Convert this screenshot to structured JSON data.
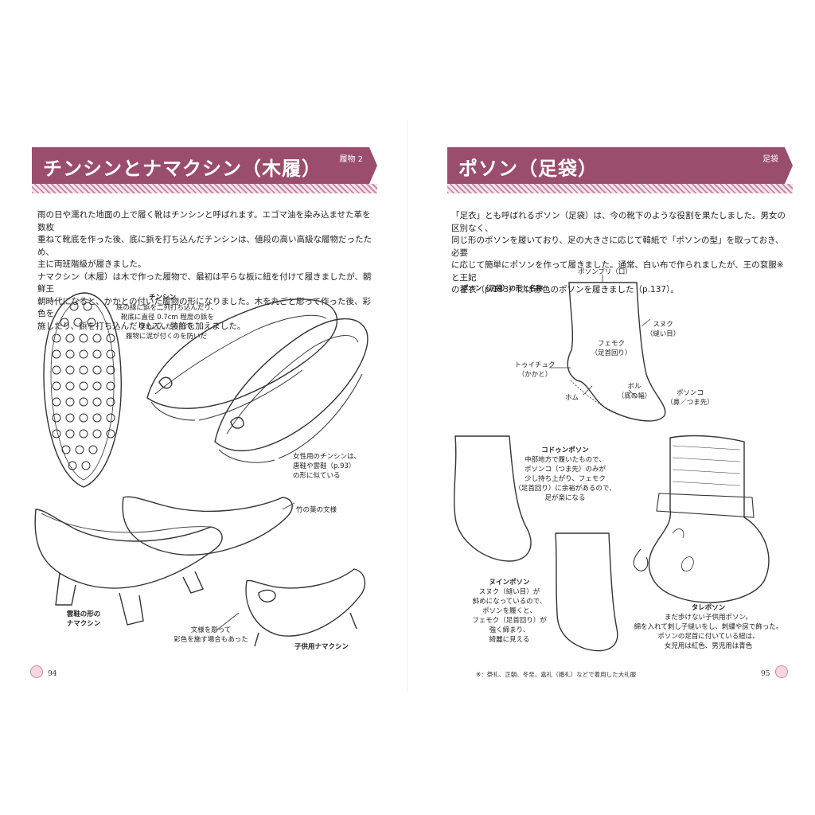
{
  "left_page": {
    "header_title": "チンシンとナマクシン（木履）",
    "header_tag": "履物 2",
    "paragraph_lines": [
      "雨の日や濡れた地面の上で履く靴はチンシンと呼ばれます。エゴマ油を染み込ませた革を数枚",
      "重ねて靴底を作った後、底に鋲を打ち込んだチンシンは、値段の高い高級な履物だったため、",
      "主に両班階級が履きました。",
      "ナマクシン（木履）は木で作った履物で、最初は平らな板に紐を付けて履きましたが、朝鮮王",
      "朝時代になると、かかとの付いた履物の形になりました。木を丸ごと彫って作った後、彩色を",
      "施したり、鋲を打ち込んだりして、装飾を加えました。"
    ],
    "chinshin_label": "チンシン",
    "chinshin_desc": [
      "底の縁に鋲を二列打ち込んだり、",
      "靴底に直径 0.7cm 程度の鋲を",
      "埋め込んだりして、",
      "履物に泥が付くのを防いだ"
    ],
    "women_note": [
      "女性用のチンシンは、",
      "唐鞋や雲鞋（p.93）",
      "の形に似ている"
    ],
    "bamboo_label": "竹の葉の文様",
    "cloud_label": [
      "雲鞋の形の",
      "ナマクシン"
    ],
    "carve_label": [
      "文様を彫って",
      "彩色を施す場合もあった"
    ],
    "child_label": "子供用ナマクシン",
    "page_number": "94"
  },
  "right_page": {
    "header_title": "ポソン（足袋）",
    "header_tag": "足袋",
    "paragraph_lines": [
      "「足衣」とも呼ばれるポソン（足袋）は、今の靴下のような役割を果たしました。男女の区別なく、",
      "同じ形のポソンを履いており、足の大きさに応じて韓紙で「ポソンの型」を取っておき、必要",
      "に応じて簡単にポソンを作って履きました。通常、白い布で作られましたが、王の袞服※と王妃",
      "の翟衣（p.133）には赤色のポソンを履きました（p.137）。"
    ],
    "diagram_title": "ポソン（足袋）の形と名称",
    "parts": {
      "opening": "ポソンブリ（口）",
      "seam": [
        "スヌク",
        "（縫い目）"
      ],
      "neck": [
        "フェモク",
        "（足首回り）"
      ],
      "heel": [
        "トゥイチュク",
        "（かかと）"
      ],
      "hom": "ホム",
      "bol": [
        "ボル",
        "（底の幅）"
      ],
      "toe": [
        "ポソンコ",
        "（鼻／つま先）"
      ]
    },
    "kodun_title": "コドゥンポソン",
    "kodun_desc": [
      "中部地方で履いたもので、",
      "ポソンコ（つま先）のみが",
      "少し持ち上がり、フェモク",
      "（足首回り）に余裕があるので、",
      "足が楽になる"
    ],
    "nuin_title": "ヌインポソン",
    "nuin_desc": [
      "スヌク（縫い目）が",
      "斜めになっているので、",
      "ポソンを履くと、",
      "フェモク（足首回り）が",
      "強く締まり、",
      "綺麗に見える"
    ],
    "tare_title": "タレポソン",
    "tare_desc": [
      "まだ歩けない子供用ポソン。",
      "綿を入れて刺し子縫いをし、刺繍や房で飾った。",
      "ポソンの足首に付いている紐は、",
      "女児用は紅色、男児用は青色"
    ],
    "footnote": "※：祭礼、正朝、冬至、嘉礼（婚礼）などで着用した大礼服",
    "page_number": "95"
  },
  "colors": {
    "header": "#9a4d6d",
    "pattern": "#c98aa6"
  }
}
